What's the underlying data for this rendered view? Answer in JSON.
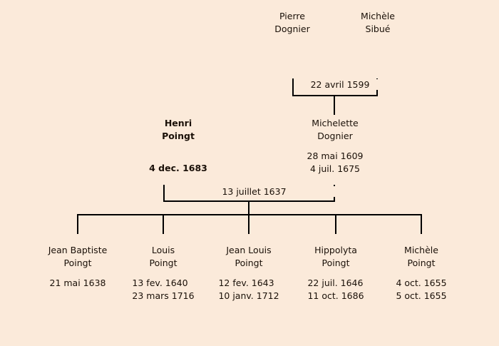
{
  "diagram": {
    "type": "genealogy-family-tree",
    "background_color": "#fbeada",
    "line_color": "#000000",
    "surname": "Poingt"
  },
  "grandparents": {
    "father": {
      "given": "Pierre",
      "surname": "Dognier"
    },
    "mother": {
      "given": "Michèle",
      "surname": "Sibué"
    },
    "union": {
      "label": "22 avril 1599"
    }
  },
  "parents": {
    "father": {
      "given": "Henri",
      "surname": "Poingt",
      "birth": "",
      "death": "4 dec. 1683",
      "highlighted": true
    },
    "mother": {
      "given": "Michelette",
      "surname": "Dognier",
      "birth": "28 mai 1609",
      "death": "4 juil. 1675",
      "highlighted": false
    },
    "union": {
      "label": "13 juillet 1637"
    }
  },
  "children": [
    {
      "given": "Jean Baptiste",
      "surname": "Poingt",
      "birth": "21 mai 1638",
      "death": ""
    },
    {
      "given": "Louis",
      "surname": "Poingt",
      "birth": "13 fev. 1640",
      "death": "23 mars 1716"
    },
    {
      "given": "Jean Louis",
      "surname": "Poingt",
      "birth": "12 fev. 1643",
      "death": "10 janv. 1712"
    },
    {
      "given": "Hippolyta",
      "surname": "Poingt",
      "birth": "22 juil. 1646",
      "death": "11 oct. 1686"
    },
    {
      "given": "Michèle",
      "surname": "Poingt",
      "birth": "4 oct. 1655",
      "death": "5 oct. 1655"
    }
  ]
}
